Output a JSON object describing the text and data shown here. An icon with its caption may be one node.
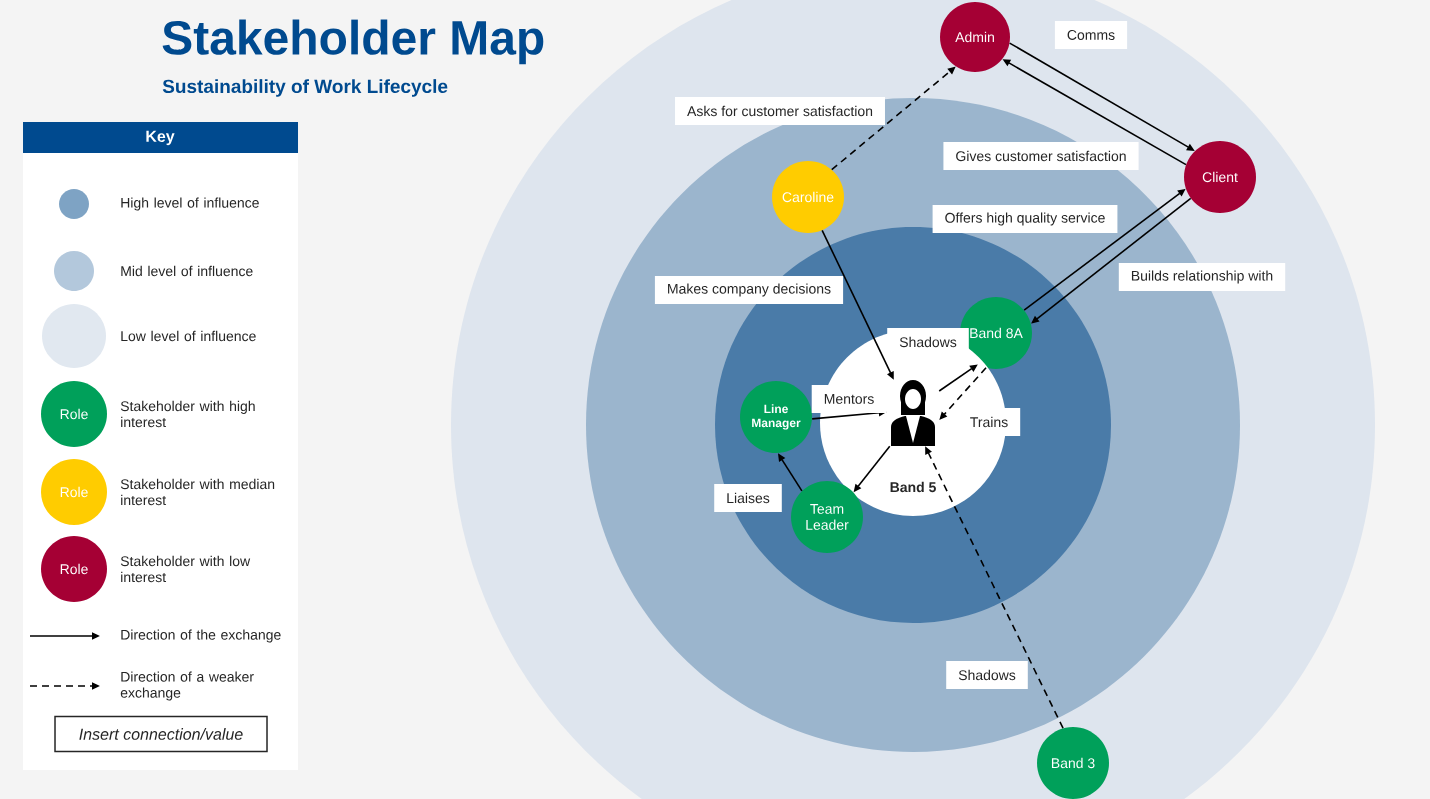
{
  "diagram": {
    "title": "Stakeholder Map",
    "nodes": [
      {
        "text": [
          "Admin"
        ]
      },
      {
        "text": [
          "Client"
        ]
      },
      {
        "text": [
          "Caroline"
        ]
      },
      {
        "text": [
          "Band 8A"
        ]
      },
      {
        "text": [
          "Band 5"
        ]
      },
      {
        "text": [],
        "shape": "person",
        "in": 4
      },
      {
        "text": [
          "Line Manager"
        ]
      },
      {
        "text": [
          "Team Leader"
        ]
      },
      {
        "text": [
          "Band 3"
        ]
      }
    ],
    "edges": [
      {
        "from": 2,
        "to": 0,
        "arrow": "to",
        "style": "dashed",
        "label": "Asks for customer satisfaction"
      },
      {
        "from": 0,
        "to": 1,
        "arrow": "to",
        "label": "Comms"
      },
      {
        "from": 1,
        "to": 0,
        "arrow": "to",
        "label": "Gives customer satisfaction"
      },
      {
        "from": 3,
        "to": 1,
        "arrow": "to",
        "label": "Offers high quality service"
      },
      {
        "from": 1,
        "to": 3,
        "arrow": "to",
        "label": "Builds relationship with"
      },
      {
        "from": 2,
        "to": 5,
        "arrow": "to",
        "label": "Makes company decisions"
      },
      {
        "from": 5,
        "to": 3,
        "arrow": "to",
        "label": "Shadows"
      },
      {
        "from": 3,
        "to": 5,
        "arrow": "to",
        "style": "dashed",
        "label": "Trains"
      },
      {
        "from": 6,
        "to": 5,
        "arrow": "to",
        "label": "Mentors"
      },
      {
        "from": 5,
        "to": 7,
        "arrow": "to"
      },
      {
        "from": 7,
        "to": 6,
        "arrow": "to",
        "label": "Liaises"
      },
      {
        "from": 8,
        "to": 5,
        "arrow": "to",
        "style": "dashed",
        "label": "Shadows"
      }
    ],
    "labels": [
      "Sustainability of Work Lifecycle",
      "Key",
      "Role",
      "Role",
      "Role",
      "*Insert connection/value*"
    ],
    "legend": [
      {
        "text": "High level of influence",
        "color": "#7ea3c4"
      },
      {
        "text": "Mid level of influence",
        "color": "#b3c8dc"
      },
      {
        "text": "Low level of influence",
        "color": "#e1e8f0"
      },
      {
        "text": "Stakeholder with high interest",
        "color": "#00a05a"
      },
      {
        "text": "Stakeholder with median interest",
        "color": "#ffcc00"
      },
      {
        "text": "Stakeholder with low interest",
        "color": "#a50034"
      },
      {
        "text": "Direction of the exchange"
      },
      {
        "text": "Direction of a weaker exchange"
      }
    ]
  }
}
